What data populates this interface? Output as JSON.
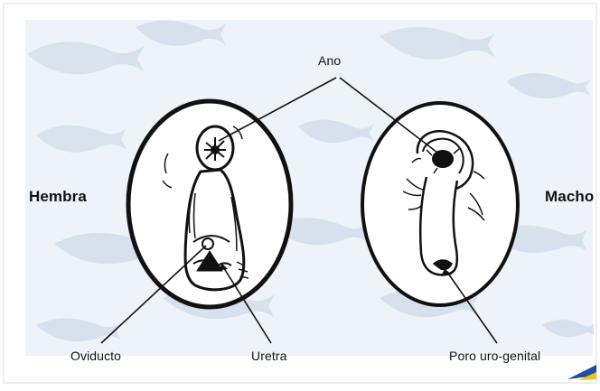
{
  "labels": {
    "ano": "Ano",
    "hembra": "Hembra",
    "macho": "Macho",
    "oviducto": "Oviducto",
    "uretra": "Uretra",
    "poro": "Poro uro-genital"
  },
  "colors": {
    "background": "#ffffff",
    "panel": "#eef3f9",
    "fish_pattern": "#d4dfec",
    "ink": "#111111",
    "accent_blue": "#1f4e9c",
    "accent_yellow": "#f2c21b"
  }
}
